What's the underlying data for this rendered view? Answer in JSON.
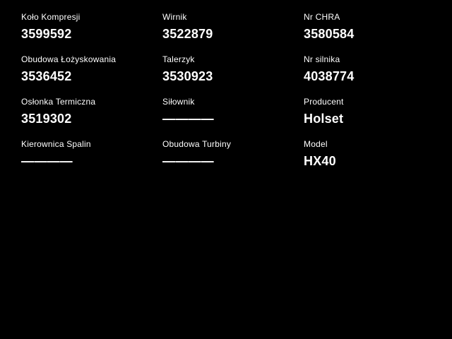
{
  "page": {
    "background_color": "#000000",
    "text_color": "#ffffff"
  },
  "spec_sheet": {
    "cells": [
      {
        "label": "Koło Kompresji",
        "value": "3599592"
      },
      {
        "label": "Wirnik",
        "value": "3522879"
      },
      {
        "label": "Nr CHRA",
        "value": "3580584"
      },
      {
        "label": "Obudowa Łożyskowania",
        "value": "3536452"
      },
      {
        "label": "Talerzyk",
        "value": "3530923"
      },
      {
        "label": "Nr silnika",
        "value": "4038774"
      },
      {
        "label": "Osłonka Termiczna",
        "value": "3519302"
      },
      {
        "label": "Siłownik",
        "value": "————"
      },
      {
        "label": "Producent",
        "value": "Holset"
      },
      {
        "label": "Kierownica Spalin",
        "value": "————"
      },
      {
        "label": "Obudowa Turbiny",
        "value": "————"
      },
      {
        "label": "Model",
        "value": "HX40"
      }
    ]
  }
}
